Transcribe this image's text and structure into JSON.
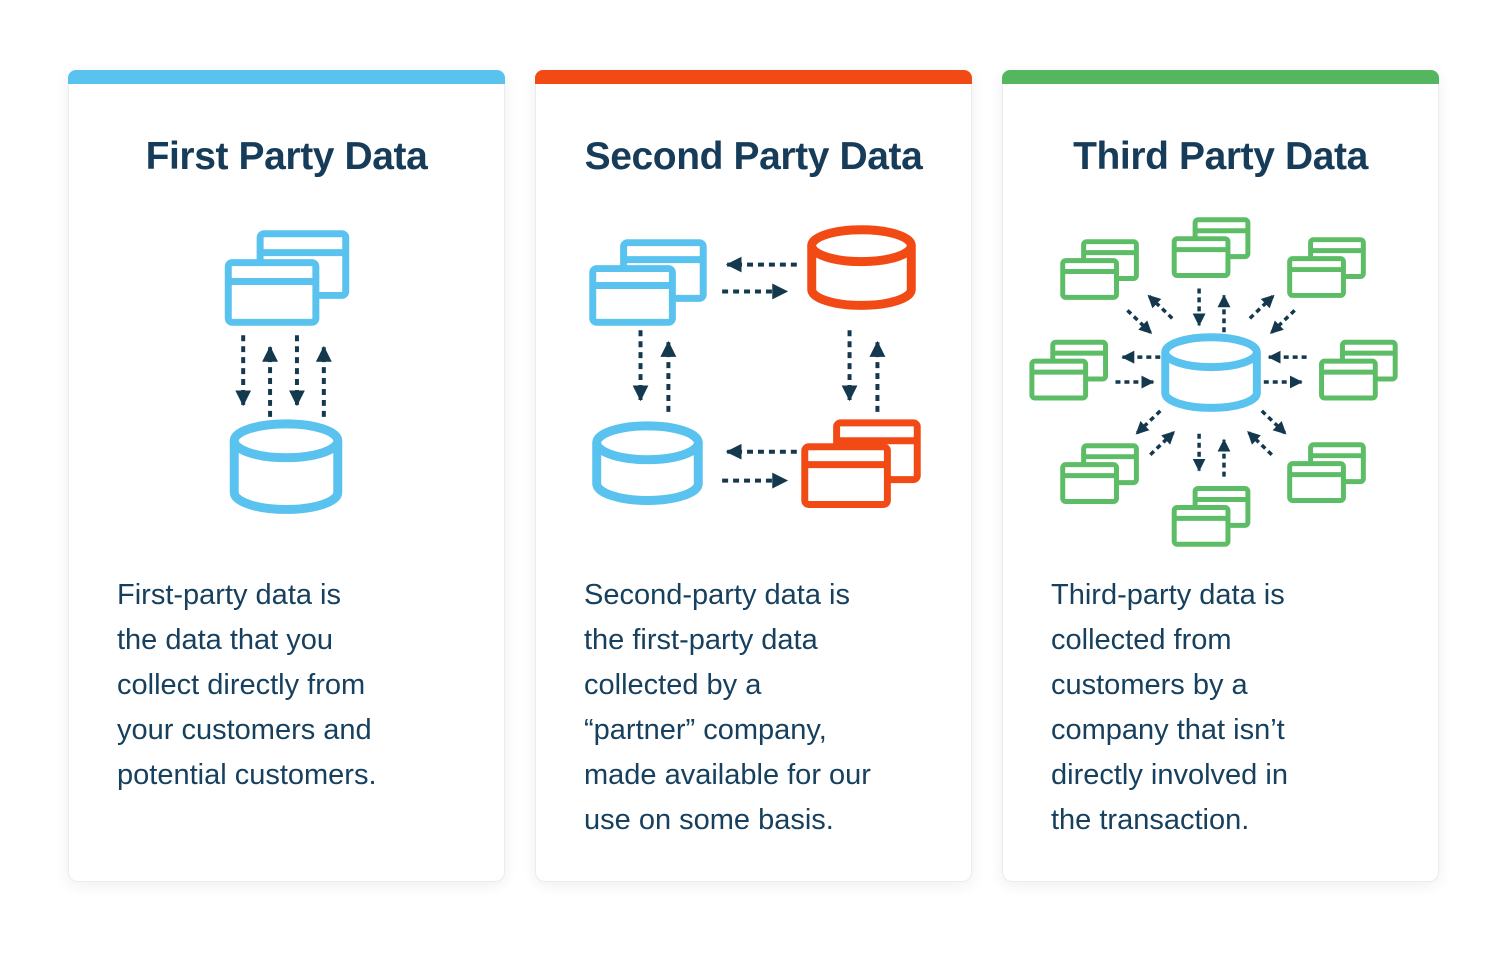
{
  "page": {
    "background": "#FFFFFF"
  },
  "colors": {
    "first_party_accent": "#59C2EF",
    "second_party_accent": "#F24A15",
    "third_party_accent": "#54B75F",
    "icon_blue": "#59C2EF",
    "icon_orange": "#F24A15",
    "icon_green": "#5CBD66",
    "arrow_navy": "#14394E",
    "heading_navy": "#163C59",
    "body_text_navy": "#17405E"
  },
  "cards": [
    {
      "title": "First Party Data",
      "accent_color": "#59C2EF",
      "icons": [
        "browser-windows",
        "two-way-sync-arrows",
        "database"
      ],
      "description_lines": [
        "First-party data is",
        "the data that you",
        "collect directly from",
        "your customers and",
        "potential customers."
      ]
    },
    {
      "title": "Second Party Data",
      "accent_color": "#F24A15",
      "icons": [
        "browser-windows",
        "database",
        "two-way-exchange-arrows",
        "partner-database",
        "partner-browser-windows"
      ],
      "description_lines": [
        "Second-party data is",
        "the first-party data",
        "collected by a",
        "“partner” company,",
        "made available for our",
        "use on some basis."
      ]
    },
    {
      "title": "Third Party Data",
      "accent_color": "#54B75F",
      "icons": [
        "central-database",
        "browser-windows-ring",
        "radial-exchange-arrows"
      ],
      "description_lines": [
        "Third-party data is",
        "collected from",
        "customers by a",
        "company that isn’t",
        "directly involved in",
        "the transaction."
      ]
    }
  ]
}
